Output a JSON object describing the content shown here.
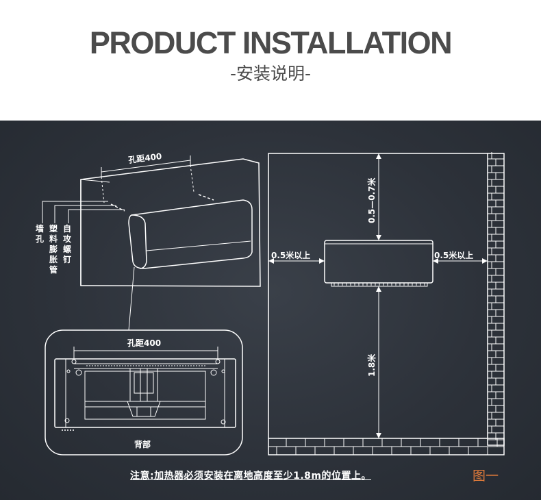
{
  "header": {
    "title": "PRODUCT INSTALLATION",
    "subtitle": "-安装说明-"
  },
  "left_diagram": {
    "hole_distance": "孔距400",
    "wall_hole": [
      "墙",
      "孔"
    ],
    "plastic_anchor": [
      "塑",
      "料",
      "膨",
      "胀",
      "管"
    ],
    "self_tapping_screw": [
      "自",
      "攻",
      "螺",
      "钉"
    ],
    "back_hole_distance": "孔距400",
    "back_label": "背部"
  },
  "right_diagram": {
    "top_clearance": "0.5—0.7米",
    "left_clearance": "0.5米以上",
    "right_clearance": "0.5米以上",
    "floor_height": "1.8米"
  },
  "footer": {
    "note": "注意:加热器必须安装在离地高度至少1.8m的位置上。",
    "figure_label": "图一"
  },
  "colors": {
    "panel_bg": "#2c3139",
    "title": "#4b4b4b",
    "line": "#ffffff",
    "figure_label": "#e07a3a"
  }
}
